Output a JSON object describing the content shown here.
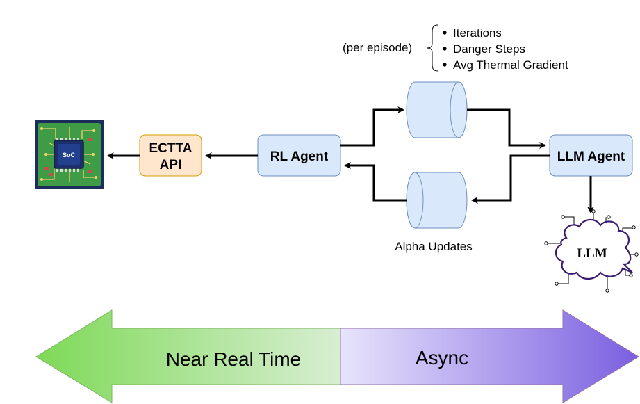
{
  "soc_chip": {
    "label": "SoC"
  },
  "ectta_api": {
    "line1": "ECTTA",
    "line2": "API"
  },
  "rl_agent": {
    "label": "RL Agent"
  },
  "llm_agent": {
    "label": "LLM Agent"
  },
  "llm_cloud": {
    "label": "LLM"
  },
  "per_episode_note": {
    "prefix": "(per episode)",
    "items": [
      "Iterations",
      "Danger Steps",
      "Avg Thermal Gradient"
    ]
  },
  "alpha_updates": {
    "label": "Alpha Updates"
  },
  "timeline": {
    "left_label": "Near Real Time",
    "right_label": "Async"
  },
  "colors": {
    "box_fill": "#dae8fc",
    "box_stroke": "#6c8ebf",
    "ectta_fill": "#ffe6cc",
    "ectta_stroke": "#d79b00",
    "cloud_stroke": "#3a1c6e",
    "green_start": "#7ed957",
    "green_end": "#d5ecd0",
    "purple_start": "#e6e0fb",
    "purple_end": "#7a5fe0",
    "chip_board": "#2e7d32"
  }
}
